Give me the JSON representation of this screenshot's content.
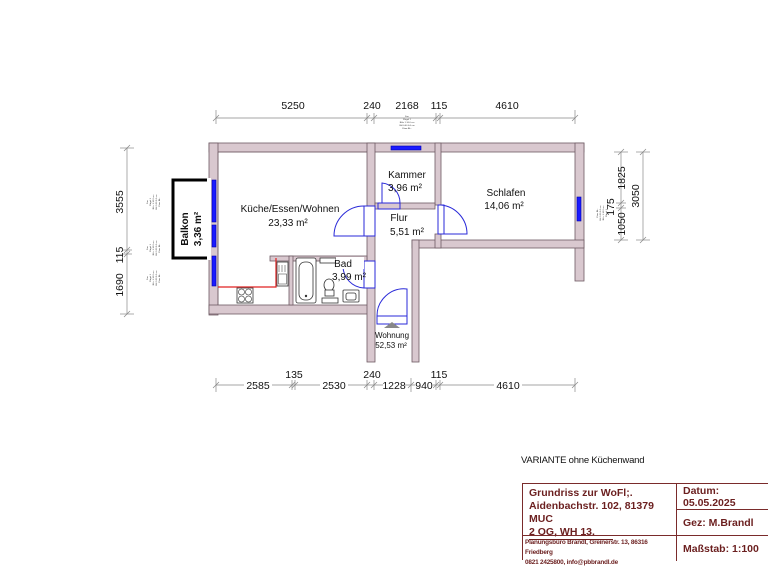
{
  "plan": {
    "top_dimensions": [
      "5250",
      "240",
      "2168",
      "115",
      "4610"
    ],
    "bottom_dimensions": [
      "2585",
      "135",
      "2530",
      "240",
      "1228",
      "940",
      "115",
      "4610"
    ],
    "left_dimensions": [
      "3555",
      "115",
      "1690"
    ],
    "right_dimensions": [
      "1825",
      "175",
      "1050",
      "3050"
    ],
    "window_label_lines": [
      "Fen",
      "Flügel 1",
      "BH= 1.10.0 cm",
      "BH 0.00 0.0 cm",
      "Flam.Bk.:"
    ],
    "rooms": {
      "kitchen": {
        "name": "Küche/Essen/Wohnen",
        "area": "23,33 m²"
      },
      "storage": {
        "name": "Kammer",
        "area": "3,96 m²"
      },
      "bedroom": {
        "name": "Schlafen",
        "area": "14,06 m²"
      },
      "hall": {
        "name": "Flur",
        "area": "5,51 m²"
      },
      "bath": {
        "name": "Bad",
        "area": "3,99 m²"
      },
      "balcony": {
        "name": "Balkon",
        "area": "3,36 m²"
      },
      "apartment": {
        "name": "Wohnung",
        "area": "52,53 m²"
      }
    },
    "colors": {
      "wall_fill": "#d9c8cf",
      "wall_stroke": "#6e5a63",
      "window": "#1a1aff",
      "door": "#2a2ad8",
      "kitchen_line": "#e02020"
    }
  },
  "variant_note": "VARIANTE ohne Küchenwand",
  "title_block": {
    "title_line1": "Grundriss zur WoFl;.",
    "title_line2": "Aidenbachstr. 102, 81379 MUC",
    "title_line3": "2 OG, WH 13.",
    "office_line1": "Planungsbüro Brandl, Greinerstr. 13, 86316 Friedberg",
    "office_line2": "0821 2425800, info@pbbrandl.de",
    "date": "Datum: 05.05.2025",
    "drawn_by": "Gez: M.Brandl",
    "scale": "Maßstab: 1:100"
  }
}
